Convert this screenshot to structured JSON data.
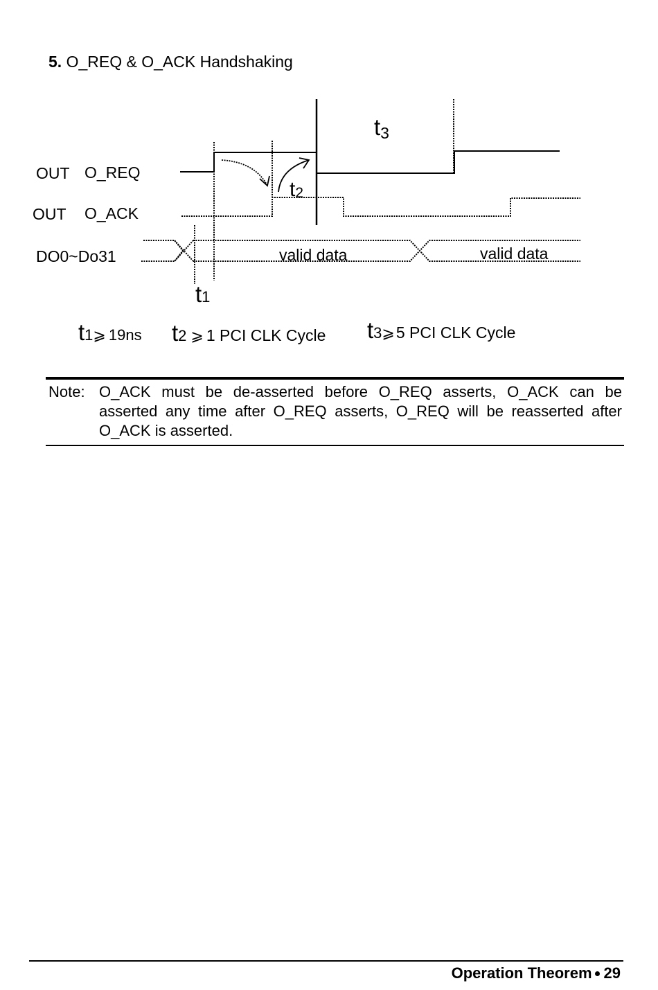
{
  "section": {
    "number": "5.",
    "title": "O_REQ & O_ACK Handshaking"
  },
  "diagram": {
    "signals": [
      {
        "dir": "OUT",
        "name": "O_REQ"
      },
      {
        "dir": "OUT",
        "name": "O_ACK"
      },
      {
        "dir": "",
        "name": "DO0~Do31"
      }
    ],
    "valid_data_labels": [
      "valid data",
      "valid data"
    ],
    "timing_labels": {
      "t1": {
        "sym": "t",
        "sub": "1"
      },
      "t2": {
        "sym": "t",
        "sub": "2"
      },
      "t3": {
        "sym": "t",
        "sub": "3"
      }
    },
    "constraints": [
      {
        "sym": "t",
        "sub": "1",
        "op": "⩾",
        "value": "19ns"
      },
      {
        "sym": "t",
        "sub": "2",
        "op": "⩾",
        "value": "1 PCI CLK Cycle"
      },
      {
        "sym": "t",
        "sub": "3",
        "op": "⩾",
        "value": "5 PCI CLK Cycle"
      }
    ]
  },
  "note": {
    "label": "Note:",
    "text": "O_ACK must be de-asserted before O_REQ asserts, O_ACK can be asserted any time after O_REQ asserts, O_REQ will be reasserted after O_ACK is asserted."
  },
  "footer": {
    "chapter": "Operation Theorem",
    "page": "29"
  }
}
